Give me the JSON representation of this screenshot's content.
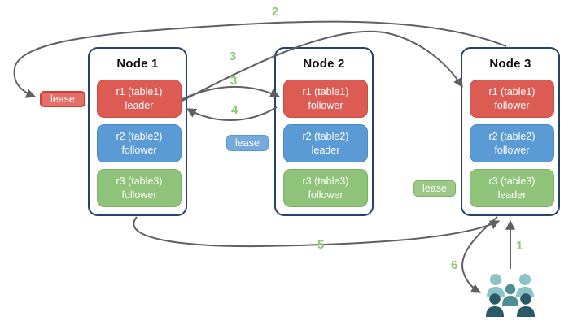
{
  "diagram": {
    "nodes": [
      {
        "title": "Node 1",
        "ranges": [
          {
            "name": "r1 (table1)",
            "role": "leader",
            "color": "#dc5b53"
          },
          {
            "name": "r2 (table2)",
            "role": "follower",
            "color": "#5b9bd5"
          },
          {
            "name": "r3 (table3)",
            "role": "follower",
            "color": "#90c37a"
          }
        ]
      },
      {
        "title": "Node 2",
        "ranges": [
          {
            "name": "r1 (table1)",
            "role": "follower",
            "color": "#dc5b53"
          },
          {
            "name": "r2 (table2)",
            "role": "leader",
            "color": "#5b9bd5"
          },
          {
            "name": "r3 (table3)",
            "role": "follower",
            "color": "#90c37a"
          }
        ]
      },
      {
        "title": "Node 3",
        "ranges": [
          {
            "name": "r1 (table1)",
            "role": "follower",
            "color": "#dc5b53"
          },
          {
            "name": "r2 (table2)",
            "role": "follower",
            "color": "#5b9bd5"
          },
          {
            "name": "r3 (table3)",
            "role": "leader",
            "color": "#90c37a"
          }
        ]
      }
    ],
    "leases": [
      {
        "label": "lease",
        "color": "#e46e68"
      },
      {
        "label": "lease",
        "color": "#77a9dd"
      },
      {
        "label": "lease",
        "color": "#9cca86"
      }
    ],
    "arrow_labels": {
      "n1": "1",
      "n2": "2",
      "n3a": "3",
      "n3b": "3",
      "n4": "4",
      "n5": "5",
      "n6": "6"
    },
    "colors": {
      "arrow": "#5e6063",
      "number_green": "#8dc973",
      "node_border": "#24436b",
      "users_light": "#8bc3c6",
      "users_mid": "#4f8d95",
      "users_dark": "#2b5a66"
    },
    "users_icon": "users-group-icon"
  }
}
